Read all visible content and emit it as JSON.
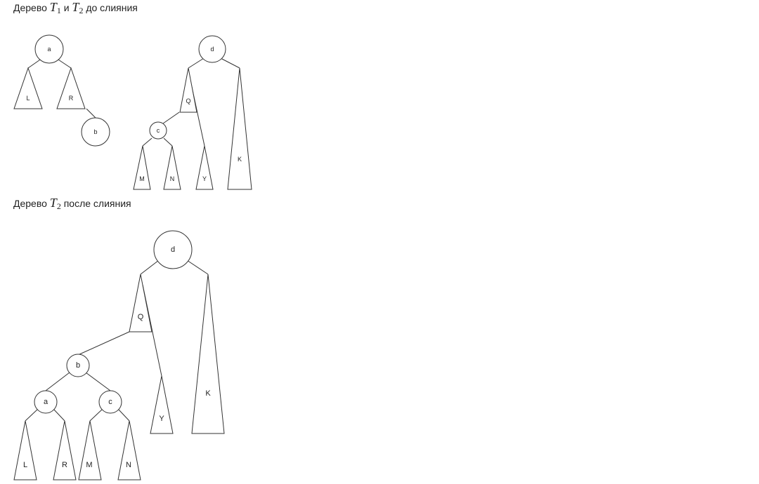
{
  "caption_before": {
    "prefix": "Дерево ",
    "t1": "T",
    "t1_sub": "1",
    "and": " и ",
    "t2": "T",
    "t2_sub": "2",
    "suffix": " до слияния"
  },
  "caption_after": {
    "prefix": "Дерево ",
    "t2": "T",
    "t2_sub": "2",
    "suffix": " после слияния"
  },
  "tree_T1": {
    "root": "a",
    "left": "L",
    "right": "R",
    "extra": "b"
  },
  "tree_T2": {
    "root": "d",
    "q": "Q",
    "c": "c",
    "m": "M",
    "n": "N",
    "y": "Y",
    "k": "K"
  },
  "tree_merged": {
    "root": "d",
    "q": "Q",
    "b": "b",
    "a": "a",
    "c": "c",
    "l": "L",
    "r": "R",
    "m": "M",
    "n": "N",
    "y": "Y",
    "k": "K"
  }
}
